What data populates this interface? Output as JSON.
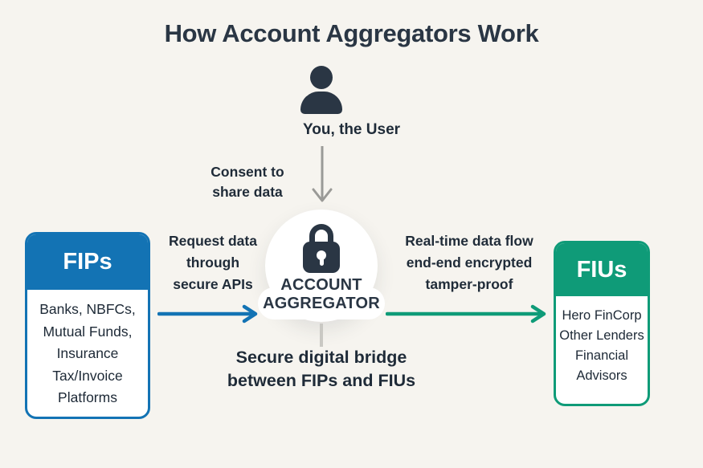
{
  "title": "How Account Aggregators Work",
  "colors": {
    "blue": "#1373b4",
    "green": "#0f9b78",
    "dark": "#2a3644",
    "gray_arrow": "#9a9a97",
    "light_gray_connector": "#c9c8c3",
    "background": "#f6f4ef"
  },
  "user": {
    "label": "You, the User",
    "icon": "person-icon"
  },
  "consent": {
    "line1": "Consent to",
    "line2": "share data"
  },
  "hub": {
    "icon": "lock-icon",
    "line1": "ACCOUNT",
    "line2": "AGGREGATOR"
  },
  "left_flow": {
    "line1": "Request data",
    "line2": "through",
    "line3": "secure APIs"
  },
  "right_flow": {
    "line1": "Real-time data flow",
    "line2": "end-end encrypted",
    "line3": "tamper-proof"
  },
  "boxes": {
    "fips": {
      "header": "FIPs",
      "lines": [
        "Banks, NBFCs,",
        "Mutual Funds,",
        "Insurance",
        "Tax/Invoice",
        "Platforms"
      ]
    },
    "fius": {
      "header": "FIUs",
      "lines": [
        "Hero FinCorp",
        "Other Lenders",
        "Financial",
        "Advisors"
      ]
    }
  },
  "bridge": {
    "line1": "Secure digital bridge",
    "line2": "between FIPs and FIUs"
  }
}
